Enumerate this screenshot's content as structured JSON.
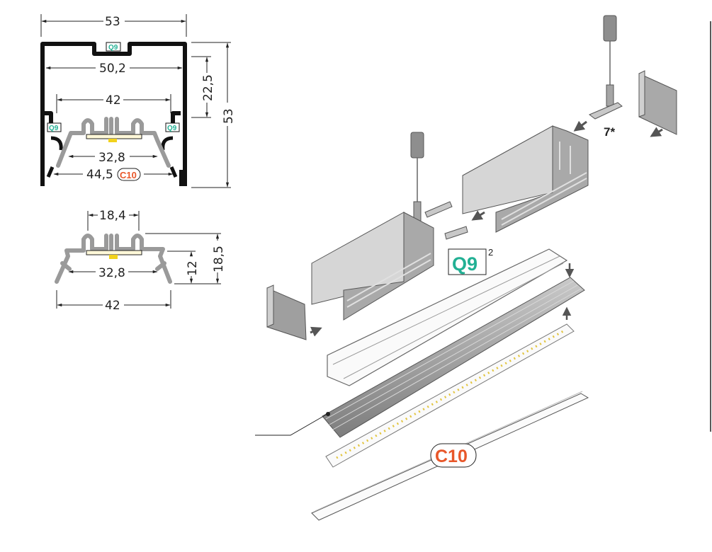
{
  "colors": {
    "q9": "#22b094",
    "c10": "#e8572a",
    "profile": "#9a9a9a",
    "housing": "#111111"
  },
  "section_top": {
    "width_outer": "53",
    "width_inner": "50,2",
    "width_42": "42",
    "height_22_5": "22,5",
    "height_53": "53",
    "width_32_8": "32,8",
    "width_44_5": "44,5",
    "q9_tag": "Q9",
    "c10_tag": "C10"
  },
  "section_bottom": {
    "width_18_4": "18,4",
    "width_32_8": "32,8",
    "width_42": "42",
    "height_12": "12",
    "height_18_5": "18,5"
  },
  "exploded": {
    "label_7": "7*",
    "q9_label": "Q9",
    "q9_sup": "2",
    "c10_label": "C10"
  }
}
